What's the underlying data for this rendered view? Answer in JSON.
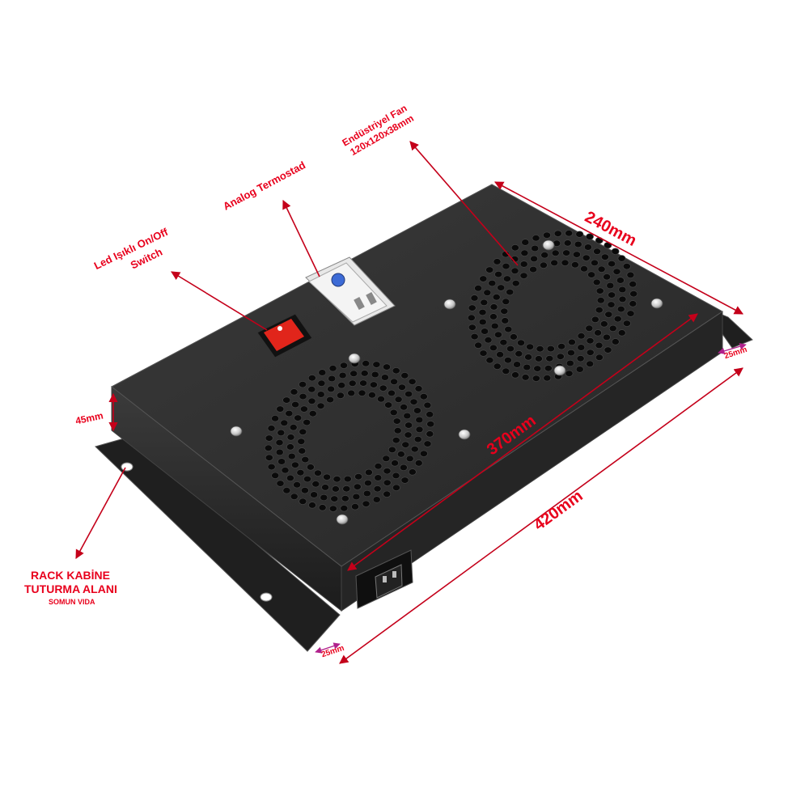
{
  "labels": {
    "switch_line1": "Led Işıklı On/Off",
    "switch_line2": "Switch",
    "thermostat": "Analog Termostad",
    "fan_line1": "Endüstriyel Fan",
    "fan_line2": "120x120x38mm",
    "depth": "240mm",
    "inner_width": "370mm",
    "outer_width": "420mm",
    "height": "45mm",
    "ear_right": "25mm",
    "ear_bottom": "25mm",
    "rack_line1": "RACK KABİNE",
    "rack_line2": "TUTURMA ALANI",
    "rack_line3": "SOMUN VIDA"
  },
  "colors": {
    "annotation": "#e8001c",
    "panel_top": "#2b2b2b",
    "panel_side": "#1a1a1a",
    "switch": "#e1251b",
    "dimension_small": "#b0208c"
  },
  "icons": [
    "arrow-icon",
    "screw-icon",
    "fan-grille-icon",
    "power-inlet-icon",
    "rocker-switch-icon",
    "thermostat-icon"
  ]
}
